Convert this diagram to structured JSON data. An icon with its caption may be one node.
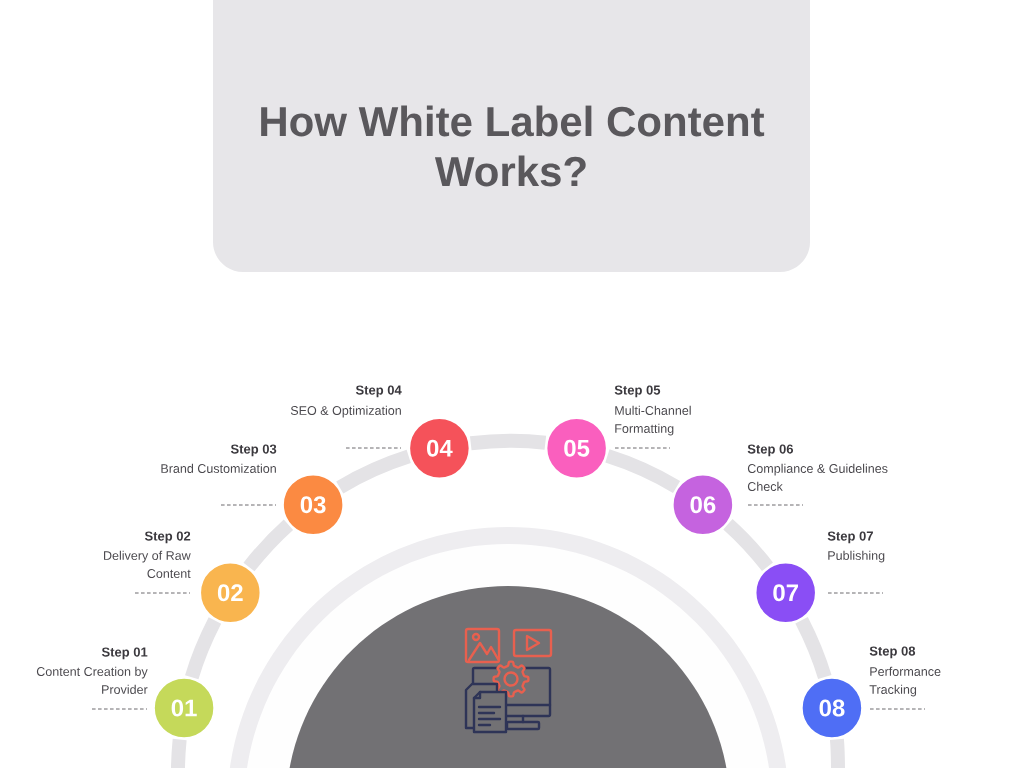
{
  "diagram": {
    "title": "How White Label Content Works?",
    "nodes": [
      {
        "text": [
          "01"
        ],
        "beside": [
          "Step 01",
          "Content Creation by Provider"
        ]
      },
      {
        "text": [
          "02"
        ],
        "beside": [
          "Step 02",
          "Delivery of Raw Content"
        ]
      },
      {
        "text": [
          "03"
        ],
        "beside": [
          "Step 03",
          "Brand Customization"
        ]
      },
      {
        "text": [
          "04"
        ],
        "beside": [
          "Step 04",
          "SEO & Optimization"
        ]
      },
      {
        "text": [
          "05"
        ],
        "beside": [
          "Step 05",
          "Multi-Channel Formatting"
        ]
      },
      {
        "text": [
          "06"
        ],
        "beside": [
          "Step 06",
          "Compliance & Guidelines Check"
        ]
      },
      {
        "text": [
          "07"
        ],
        "beside": [
          "Step 07",
          "Publishing"
        ]
      },
      {
        "text": [
          "08"
        ],
        "beside": [
          "Step 08",
          "Performance Tracking"
        ]
      }
    ],
    "edges": [
      {
        "from": null,
        "to": 0,
        "arrow": "none"
      },
      {
        "from": 0,
        "to": 1,
        "arrow": "none"
      },
      {
        "from": 1,
        "to": 2,
        "arrow": "none"
      },
      {
        "from": 2,
        "to": 3,
        "arrow": "none"
      },
      {
        "from": 3,
        "to": 4,
        "arrow": "none"
      },
      {
        "from": 4,
        "to": 5,
        "arrow": "none"
      },
      {
        "from": 5,
        "to": 6,
        "arrow": "none"
      },
      {
        "from": 6,
        "to": 7,
        "arrow": "none"
      },
      {
        "from": 7,
        "to": null,
        "arrow": "none"
      }
    ]
  }
}
